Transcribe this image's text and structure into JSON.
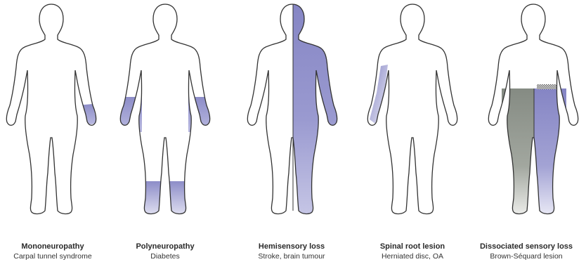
{
  "colors": {
    "sensory_loss": "#8d8dc8",
    "sensory_loss_light": "#e3e3f3",
    "dissociated_grey": "#8a9088",
    "outline": "#333333"
  },
  "panels": [
    {
      "title": "Mononeuropathy",
      "subtitle": "Carpal tunnel syndrome"
    },
    {
      "title": "Polyneuropathy",
      "subtitle": "Diabetes"
    },
    {
      "title": "Hemisensory loss",
      "subtitle": "Stroke, brain tumour"
    },
    {
      "title": "Spinal root lesion",
      "subtitle": "Herniated disc, OA"
    },
    {
      "title": "Dissociated sensory loss",
      "subtitle": "Brown-Séquard lesion"
    }
  ]
}
